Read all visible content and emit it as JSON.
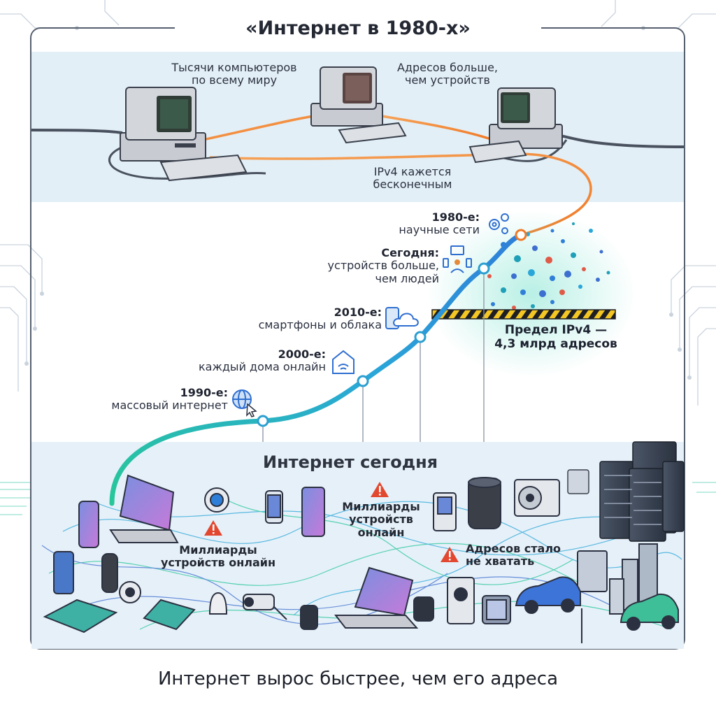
{
  "header": {
    "title": "«Интернет в 1980-х»"
  },
  "era_1980s": {
    "label_computers": [
      "Тысячи компьютеров",
      "по всему миру"
    ],
    "label_addresses": [
      "Адресов больше,",
      "чем устройств"
    ],
    "label_ipv4": [
      "IPv4 кажется",
      "бесконечным"
    ]
  },
  "timeline": [
    {
      "period": "1980-е:",
      "text": [
        "научные сети"
      ],
      "icon": "gears-icon"
    },
    {
      "period": "Сегодня:",
      "text": [
        "устройств больше,",
        "чем людей"
      ],
      "icon": "people-devices-icon"
    },
    {
      "period": "2010-е:",
      "text": [
        "смартфоны и облака"
      ],
      "icon": "phone-cloud-icon"
    },
    {
      "period": "2000-е:",
      "text": [
        "каждый дома онлайн"
      ],
      "icon": "home-wifi-icon"
    },
    {
      "period": "1990-е:",
      "text": [
        "массовый интернет"
      ],
      "icon": "globe-cursor-icon"
    }
  ],
  "limit": {
    "lines": [
      "Предел IPv4 —",
      "4,3 млрд адресов"
    ]
  },
  "today": {
    "title": "Интернет сегодня",
    "warning_1": [
      "Миллиарды",
      "устройств онлайн"
    ],
    "warning_2": [
      "Миллиарды",
      "устройств",
      "онлайн"
    ],
    "warning_3": [
      "Адресов стало",
      "не хватать"
    ]
  },
  "footer": {
    "caption": "Интернет вырос быстрее, чем его адреса"
  },
  "colors": {
    "curve_start": "#27c79a",
    "curve_end": "#2f7fd8",
    "link_orange": "#f28a2e",
    "panel_top": "#e3eff7",
    "panel_bottom": "#e6f0f8",
    "warning": "#e2482f",
    "barrier_yellow": "#f3c623"
  }
}
